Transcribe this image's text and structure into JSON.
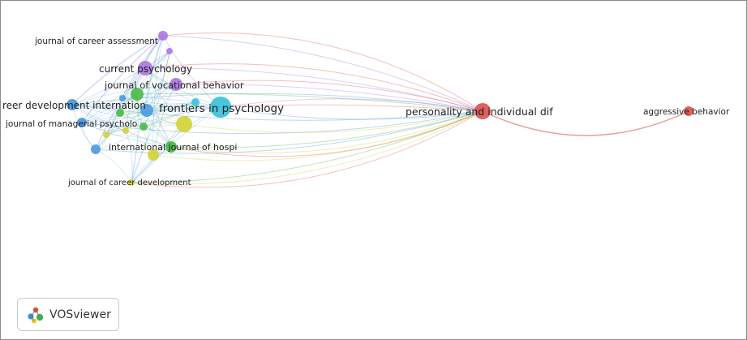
{
  "app": {
    "name": "VOSviewer"
  },
  "logo": {
    "label": "VOSviewer",
    "icon": "vosviewer-logo-icon"
  },
  "colors": {
    "red": "#e05656",
    "purple": "#b07be0",
    "green": "#4cbb4c",
    "blue": "#4d9be0",
    "yellow": "#d4d23a",
    "cyan": "#3ec3d9"
  },
  "network": {
    "nodes": [
      {
        "id": "jca",
        "label": "journal of career assessment",
        "cluster": "purple"
      },
      {
        "id": "cp",
        "label": "current psychology",
        "cluster": "purple"
      },
      {
        "id": "jvb",
        "label": "journal of vocational behavior",
        "cluster": "purple"
      },
      {
        "id": "cdi",
        "label": "reer development internation",
        "cluster": "blue"
      },
      {
        "id": "fip",
        "label": "frontiers in psychology",
        "cluster": "cyan"
      },
      {
        "id": "jmp",
        "label": "journal of managerial psycholo",
        "cluster": "blue"
      },
      {
        "id": "ijh",
        "label": "international journal of hospi",
        "cluster": "green"
      },
      {
        "id": "jcd",
        "label": "journal of career development",
        "cluster": "yellow"
      },
      {
        "id": "paid",
        "label": "personality and individual dif",
        "cluster": "red"
      },
      {
        "id": "ab",
        "label": "aggressive behavior",
        "cluster": "red"
      }
    ]
  }
}
